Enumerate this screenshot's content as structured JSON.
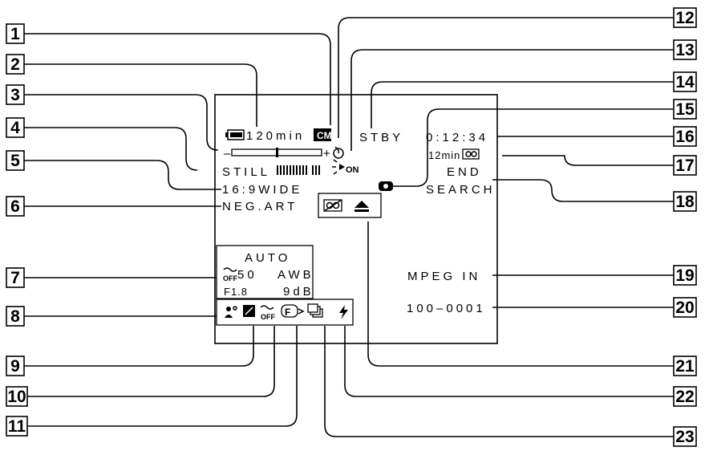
{
  "callouts": [
    "1",
    "2",
    "3",
    "4",
    "5",
    "6",
    "7",
    "8",
    "9",
    "10",
    "11",
    "12",
    "13",
    "14",
    "15",
    "16",
    "17",
    "18",
    "19",
    "20",
    "21",
    "22",
    "23"
  ],
  "screen": {
    "battery_time": "120min",
    "exposure_minus": "–",
    "exposure_plus": "+",
    "standby": "STBY",
    "time_code": "0:12:34",
    "tape_remaining": "12min",
    "still": "STILL",
    "sixteen_nine": "16:9WIDE",
    "effect": "NEG.ART",
    "end_search_1": "END",
    "end_search_2": "SEARCH",
    "auto": "AUTO",
    "shutter": "50",
    "awb": "AWB",
    "fnum": "F1.8",
    "gain": "9dB",
    "mpeg": "MPEG IN",
    "file_no": "100–0001",
    "off_tag": "OFF",
    "on_tag": "ON"
  },
  "icons": [
    "battery-icon",
    "cassette-memory-icon",
    "self-timer-icon",
    "backlight-icon",
    "zero-set-memory-icon",
    "tape-icon",
    "eject-icon",
    "portrait-icon",
    "backlight-comp-icon",
    "steadyshot-off-icon",
    "picture-effect-icon",
    "burst-icon",
    "flash-icon"
  ]
}
